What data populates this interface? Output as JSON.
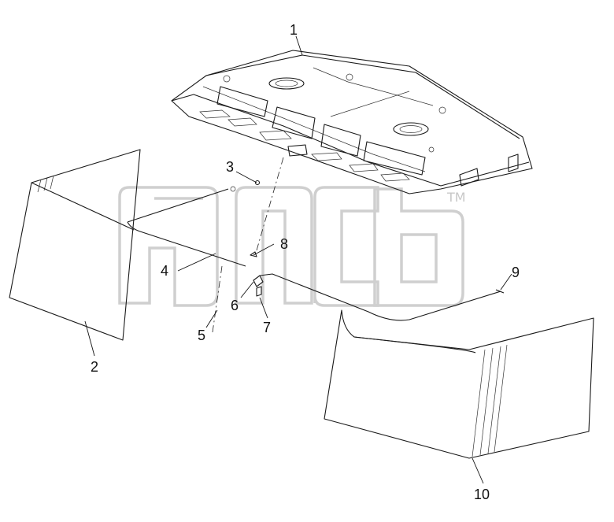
{
  "callouts": [
    {
      "id": "1",
      "label": "1"
    },
    {
      "id": "2",
      "label": "2"
    },
    {
      "id": "3",
      "label": "3"
    },
    {
      "id": "4",
      "label": "4"
    },
    {
      "id": "5",
      "label": "5"
    },
    {
      "id": "6",
      "label": "6"
    },
    {
      "id": "7",
      "label": "7"
    },
    {
      "id": "8",
      "label": "8"
    },
    {
      "id": "9",
      "label": "9"
    },
    {
      "id": "10",
      "label": "10"
    }
  ],
  "watermark": {
    "trademark": "TM"
  },
  "colors": {
    "line": "#1a1a1a",
    "watermark": "#cfcfcf",
    "background": "#ffffff"
  }
}
